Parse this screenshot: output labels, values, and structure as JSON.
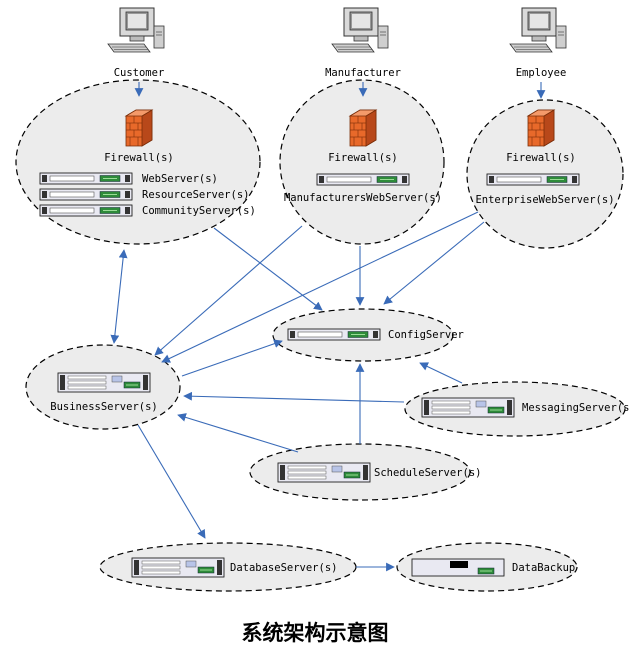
{
  "caption": "系统架构示意图",
  "clients": {
    "customer": "Customer",
    "manufacturer": "Manufacturer",
    "employee": "Employee"
  },
  "zones": {
    "customer": {
      "firewall": "Firewall(s)",
      "servers": [
        "WebServer(s)",
        "ResourceServer(s)",
        "CommunityServer(s)"
      ]
    },
    "manufacturer": {
      "firewall": "Firewall(s)",
      "servers": [
        "ManufacturersWebServer(s)"
      ]
    },
    "employee": {
      "firewall": "Firewall(s)",
      "servers": [
        "EnterpriseWebServer(s)"
      ]
    }
  },
  "servers": {
    "config": "ConfigServer",
    "business": "BusinessServer(s)",
    "messaging": "MessagingServer(s)",
    "schedule": "ScheduleServer(s)",
    "database": "DatabaseServer(s)",
    "backup": "DataBackup"
  },
  "colors": {
    "link": "#3a6bb8",
    "zone_fill": "#ececec",
    "firewall": "#e8692a",
    "server_body": "#e9e9f2",
    "server_led": "#2e8b3a"
  }
}
